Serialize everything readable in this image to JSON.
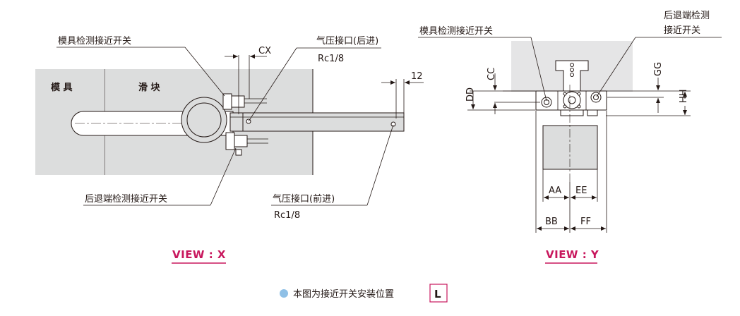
{
  "view_x": {
    "region_mold": "模 具",
    "region_slider": "滑 块",
    "mold_sensor_label": "模具检测接近开关",
    "retract_sensor_label": "后退端检测接近开关",
    "air_port_rear_label": "气压接口(后进)",
    "air_port_rear_thread": "Rc1/8",
    "air_port_front_label": "气压接口(前进)",
    "air_port_front_thread": "Rc1/8",
    "dim_cx": "CX",
    "dim_12": "12",
    "caption": "VIEW : X"
  },
  "view_y": {
    "mold_sensor_label": "模具检测接近开关",
    "retract_sensor_label_line1": "后退端检测",
    "retract_sensor_label_line2": "接近开关",
    "dim_cc": "CC",
    "dim_dd": "DD",
    "dim_gg": "GG",
    "dim_hh": "HH",
    "dim_aa": "AA",
    "dim_ee": "EE",
    "dim_bb": "BB",
    "dim_ff": "FF",
    "caption": "VIEW : Y"
  },
  "footer": {
    "note": "本图为接近开关安装位置",
    "badge": "L",
    "bullet_color": "#8fc0e6"
  },
  "colors": {
    "accent": "#c8175d",
    "gray_fill": "#dcdddd",
    "line": "#231815"
  }
}
